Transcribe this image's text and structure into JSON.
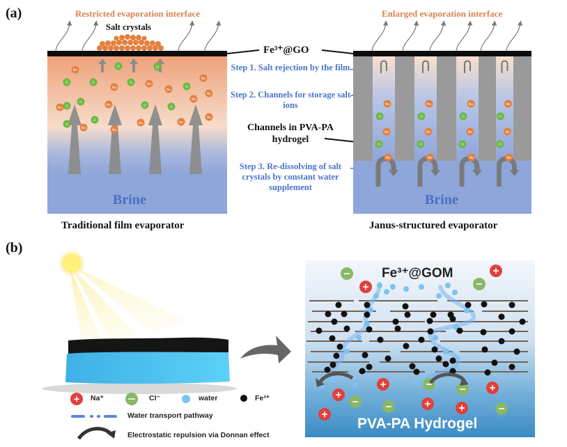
{
  "panel_a": {
    "label": "(a)",
    "left_title": "Restricted evaporation interface",
    "salt_label": "Salt crystals",
    "film_label": "Fe³⁺@GO",
    "right_title": "Enlarged evaporation interface",
    "step1": "Step 1. Salt rejection by the film",
    "step2": "Step 2. Channels for storage salt ions",
    "channels_label": "Channels in PVA-PA hydrogel",
    "step3": "Step 3. Re-dissolving of salt crystals by constant water supplement",
    "brine_left": "Brine",
    "brine_right": "Brine",
    "left_caption": "Traditional film evaporator",
    "right_caption": "Janus-structured evaporator",
    "ion_na": "Na",
    "ion_cl": "Cl"
  },
  "panel_b": {
    "label": "(b)",
    "membrane_label": "Fe³⁺@GOM",
    "hydrogel_label": "PVA-PA Hydrogel",
    "legend": {
      "na": "Na⁺",
      "cl": "Cl⁻",
      "water": "water",
      "fe": "Fe³⁺",
      "pathway": "Water transport pathway",
      "repulsion": "Electrostatic repulsion via Donnan effect"
    }
  },
  "colors": {
    "orange": "#e4803f",
    "green": "#6cb844",
    "brine_blue": "#8fa8dc",
    "film_black": "#0d0d0d",
    "gray_column": "#9a9a9a",
    "na_red": "#e0403c",
    "cl_green": "#8ab766",
    "water_blue": "#7cc2f2",
    "hydrogel_blue": "#3e8fc6"
  }
}
